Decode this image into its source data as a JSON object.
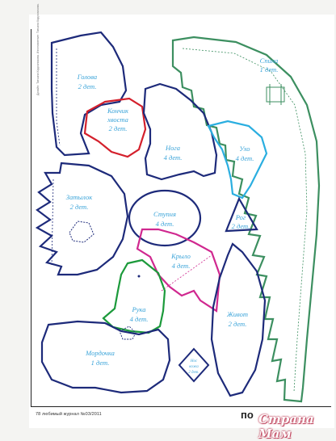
{
  "credits": "Дизайн: Татьяна Кадочникова. Изготовление: Татьяна Кадочникова.",
  "pieces": {
    "golova": "Голова",
    "golova_count": "2 дет.",
    "konchik_1": "Кончик",
    "konchik_2": "хвоста",
    "konchik_count": "2 дет.",
    "noga": "Нога",
    "noga_count": "4 дет.",
    "ukho": "Ухо",
    "ukho_count": "4 дет.",
    "spina": "Спина",
    "spina_count": "1 дет.",
    "zatylok": "Затылок",
    "zatylok_count": "2 дет.",
    "stupnya": "Ступня",
    "stupnya_count": "4 дет.",
    "rog": "Рог",
    "rog_count": "2 дет.",
    "krylo": "Крыло",
    "krylo_count": "4 дет.",
    "ruka": "Рука",
    "ruka_count": "4 дет.",
    "zhivot": "Живот",
    "zhivot_count": "2 дет.",
    "mordochka": "Мордочка",
    "mordochka_count": "1 дет.",
    "nos_1": "Нос",
    "nos_2": "кожа",
    "nos_count": "2 дет."
  },
  "footer": {
    "left": "78 любимый журнал №03/2011",
    "brand": "по"
  },
  "watermark": "Страна Мам",
  "colors": {
    "outline_navy": "#1d2a7a",
    "outline_red": "#d4202c",
    "outline_cyan": "#2aaee0",
    "outline_magenta": "#d0288f",
    "outline_green": "#1c9a3b",
    "outline_teal": "#3c8f60",
    "label_blue": "#3ba4d9"
  }
}
